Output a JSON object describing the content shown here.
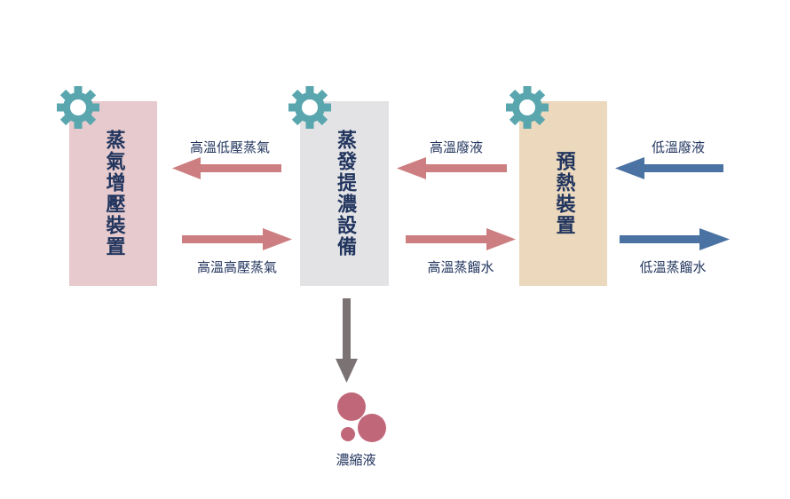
{
  "units": {
    "compressor": {
      "label": "蒸氣增壓裝置",
      "color": "#e6cacd"
    },
    "evaporator": {
      "label": "蒸發提濃設備",
      "color": "#e3e3e6"
    },
    "preheater": {
      "label": "預熱裝置",
      "color": "#ebd8bd"
    }
  },
  "flows": {
    "low_pressure_steam": "高溫低壓蒸氣",
    "high_pressure_steam": "高溫高壓蒸氣",
    "hot_wastewater": "高溫廢液",
    "hot_distillate": "高溫蒸餾水",
    "cold_wastewater": "低溫廢液",
    "cold_distillate": "低溫蒸餾水",
    "concentrate": "濃縮液"
  },
  "colors": {
    "hot_arrow": "#cc7e80",
    "cold_arrow": "#4a72a3",
    "down_arrow": "#7a7273",
    "gear": "#5aa6ae",
    "drops": "#c0677a",
    "text": "#22355e"
  },
  "icons": {
    "gear": "gear-icon",
    "drops": "concentrate-drops-icon"
  }
}
